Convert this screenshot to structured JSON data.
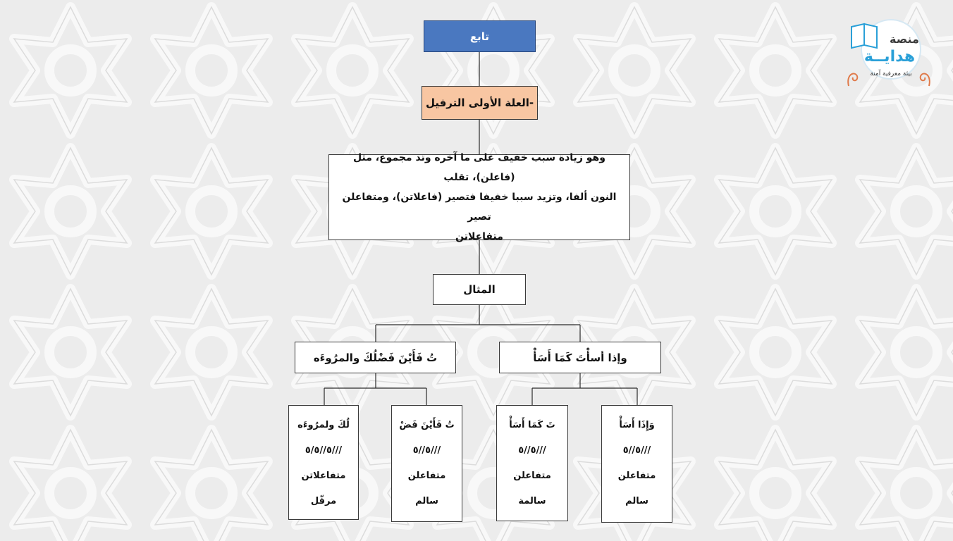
{
  "colors": {
    "title_fill": "#4a78c0",
    "highlight_fill": "#f8c6a2",
    "box_fill": "#ffffff",
    "logo_accent": "#2aa0d8",
    "logo_ornament": "#e07a4a"
  },
  "logo": {
    "top_text": "منصة",
    "main_text": "هدايــة",
    "tagline": "بيئة معرفية آمنة",
    "icon": "book-icon"
  },
  "diagram": {
    "title": "تابع",
    "heading": "-العلة الأولى الترفيل",
    "definition_lines": [
      "وهو زيادة سبب خفيف على ما آخره وتد مجموع، مثل (فاعلن)، تقلب",
      "النون ألفا، وتزيد سببا خفيفا فتصير (فاعلاتن)، ومتفاعلن تصير",
      "متفاعلاتن"
    ],
    "example_label": "المثال",
    "branches": [
      {
        "verse": "وإذا أسأْتَ كَمَا أَسَأْ",
        "parts": [
          {
            "text": "وَإِذَا أَسَأْ",
            "code": "///٥//٥",
            "foot": "متفاعلن",
            "status": "سالم"
          },
          {
            "text": "تَ كَمَا أَسَأْ",
            "code": "///٥//٥",
            "foot": "متفاعلن",
            "status": "سالمة"
          }
        ]
      },
      {
        "verse": "تُ فَأَيْنَ فَضْلُكَ والمرُوءَه",
        "parts": [
          {
            "text": "تُ فَأَيْنَ فَضْ",
            "code": "///٥//٥",
            "foot": "متفاعلن",
            "status": "سالم"
          },
          {
            "text": "لُكَ ولمرُوءَه",
            "code": "///٥//٥/٥",
            "foot": "متفاعلاتن",
            "status": "مرفّل"
          }
        ]
      }
    ]
  }
}
